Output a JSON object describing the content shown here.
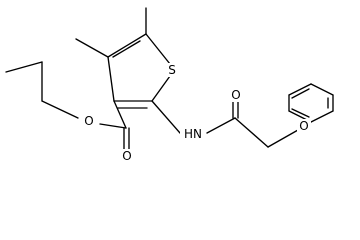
{
  "molecule": {
    "atom_labels": {
      "sulfur": "S",
      "ester_single_oxygen": "O",
      "ester_carbonyl_oxygen": "O",
      "amide_nitrogen": "HN",
      "amide_carbonyl_oxygen": "O",
      "ether_oxygen": "O"
    }
  },
  "colors": {
    "bond": "#000000",
    "label": "#000000",
    "background": "#ffffff"
  }
}
